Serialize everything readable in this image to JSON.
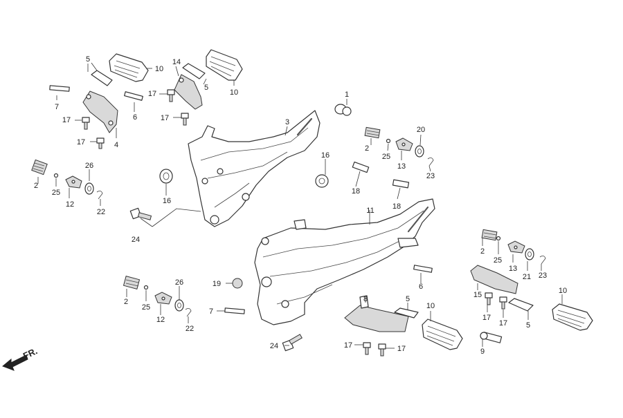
{
  "direction_label": "FR.",
  "callouts": [
    {
      "id": "c1",
      "text": "1"
    },
    {
      "id": "c2a",
      "text": "2"
    },
    {
      "id": "c2b",
      "text": "2"
    },
    {
      "id": "c2c",
      "text": "2"
    },
    {
      "id": "c2d",
      "text": "2"
    },
    {
      "id": "c3",
      "text": "3"
    },
    {
      "id": "c4",
      "text": "4"
    },
    {
      "id": "c5a",
      "text": "5"
    },
    {
      "id": "c5b",
      "text": "5"
    },
    {
      "id": "c5c",
      "text": "5"
    },
    {
      "id": "c5d",
      "text": "5"
    },
    {
      "id": "c6a",
      "text": "6"
    },
    {
      "id": "c6b",
      "text": "6"
    },
    {
      "id": "c7a",
      "text": "7"
    },
    {
      "id": "c7b",
      "text": "7"
    },
    {
      "id": "c8",
      "text": "8"
    },
    {
      "id": "c9",
      "text": "9"
    },
    {
      "id": "c10a",
      "text": "10"
    },
    {
      "id": "c10b",
      "text": "10"
    },
    {
      "id": "c10c",
      "text": "10"
    },
    {
      "id": "c10d",
      "text": "10"
    },
    {
      "id": "c11",
      "text": "11"
    },
    {
      "id": "c12a",
      "text": "12"
    },
    {
      "id": "c12b",
      "text": "12"
    },
    {
      "id": "c13a",
      "text": "13"
    },
    {
      "id": "c13b",
      "text": "13"
    },
    {
      "id": "c14",
      "text": "14"
    },
    {
      "id": "c15",
      "text": "15"
    },
    {
      "id": "c16a",
      "text": "16"
    },
    {
      "id": "c16b",
      "text": "16"
    },
    {
      "id": "c17a",
      "text": "17"
    },
    {
      "id": "c17b",
      "text": "17"
    },
    {
      "id": "c17c",
      "text": "17"
    },
    {
      "id": "c17d",
      "text": "17"
    },
    {
      "id": "c17e",
      "text": "17"
    },
    {
      "id": "c17f",
      "text": "17"
    },
    {
      "id": "c17g",
      "text": "17"
    },
    {
      "id": "c17h",
      "text": "17"
    },
    {
      "id": "c18a",
      "text": "18"
    },
    {
      "id": "c18b",
      "text": "18"
    },
    {
      "id": "c19",
      "text": "19"
    },
    {
      "id": "c20",
      "text": "20"
    },
    {
      "id": "c21",
      "text": "21"
    },
    {
      "id": "c22a",
      "text": "22"
    },
    {
      "id": "c22b",
      "text": "22"
    },
    {
      "id": "c23a",
      "text": "23"
    },
    {
      "id": "c23b",
      "text": "23"
    },
    {
      "id": "c24a",
      "text": "24"
    },
    {
      "id": "c24b",
      "text": "24"
    },
    {
      "id": "c25a",
      "text": "25"
    },
    {
      "id": "c25b",
      "text": "25"
    },
    {
      "id": "c25c",
      "text": "25"
    },
    {
      "id": "c25d",
      "text": "25"
    },
    {
      "id": "c26a",
      "text": "26"
    },
    {
      "id": "c26b",
      "text": "26"
    }
  ]
}
